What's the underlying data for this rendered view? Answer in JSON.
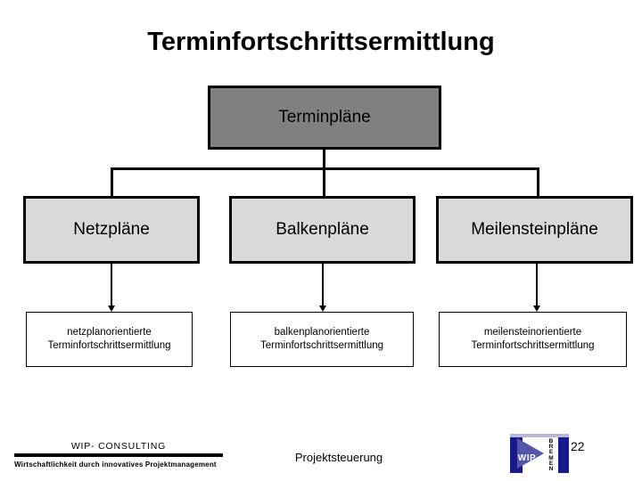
{
  "slide": {
    "title": "Terminfortschrittsermittlung"
  },
  "diagram": {
    "root": {
      "label": "Terminpläne",
      "fill": "#808080",
      "border": "#000000"
    },
    "level2": [
      {
        "label": "Netzpläne",
        "fill": "#d9d9d9"
      },
      {
        "label": "Balkenpläne",
        "fill": "#d9d9d9"
      },
      {
        "label": "Meilensteinpläne",
        "fill": "#d9d9d9"
      }
    ],
    "level3": [
      {
        "line1": "netzplanorientierte",
        "line2": "Terminfortschrittsermittlung",
        "fill": "#ffffff"
      },
      {
        "line1": "balkenplanorientierte",
        "line2": "Terminfortschrittsermittlung",
        "fill": "#ffffff"
      },
      {
        "line1": "meilensteinorientierte",
        "line2": "Terminfortschrittsermittlung",
        "fill": "#ffffff"
      }
    ]
  },
  "footer": {
    "brand": "WIP- CONSULTING",
    "tagline": "Wirtschaftlichkeit durch innovatives Projektmanagement",
    "center_label": "Projektsteuerung",
    "page_number": "22",
    "logo": {
      "wordmark": "WIP",
      "city": "BREMEN",
      "city_letters": [
        "B",
        "R",
        "E",
        "M",
        "E",
        "N"
      ],
      "color_dark": "#1a1a8c",
      "color_mid": "#5555aa"
    }
  }
}
